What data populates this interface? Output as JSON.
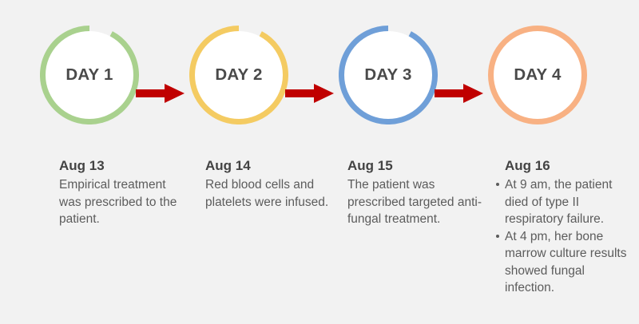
{
  "figure": {
    "type": "process-timeline",
    "background_color": "#f2f2f2",
    "arrow_color": "#c00000",
    "heading_color": "#434343",
    "body_color": "#5c5c5c",
    "day_label_color": "#4a4a4a"
  },
  "steps": [
    {
      "node_label": "DAY 1",
      "ring_color": "#a9d18e",
      "date": "Aug 13",
      "description": "Empirical treatment was prescribed to the patient.",
      "bullets": []
    },
    {
      "node_label": "DAY 2",
      "ring_color": "#f4cb62",
      "date": "Aug 14",
      "description": "Red blood cells and platelets were infused.",
      "bullets": []
    },
    {
      "node_label": "DAY 3",
      "ring_color": "#6f9fd8",
      "date": "Aug 15",
      "description": "The patient was prescribed targeted anti-fungal treatment.",
      "bullets": []
    },
    {
      "node_label": "DAY 4",
      "ring_color": "#f8b183",
      "date": "Aug 16",
      "description": "",
      "bullets": [
        "At 9 am, the patient died of type II respiratory failure.",
        "At 4 pm, her bone marrow culture results showed fungal infection."
      ]
    }
  ],
  "connectors": [
    {
      "name": "arrow-day1-to-day2"
    },
    {
      "name": "arrow-day2-to-day3"
    },
    {
      "name": "arrow-day3-to-day4"
    }
  ]
}
